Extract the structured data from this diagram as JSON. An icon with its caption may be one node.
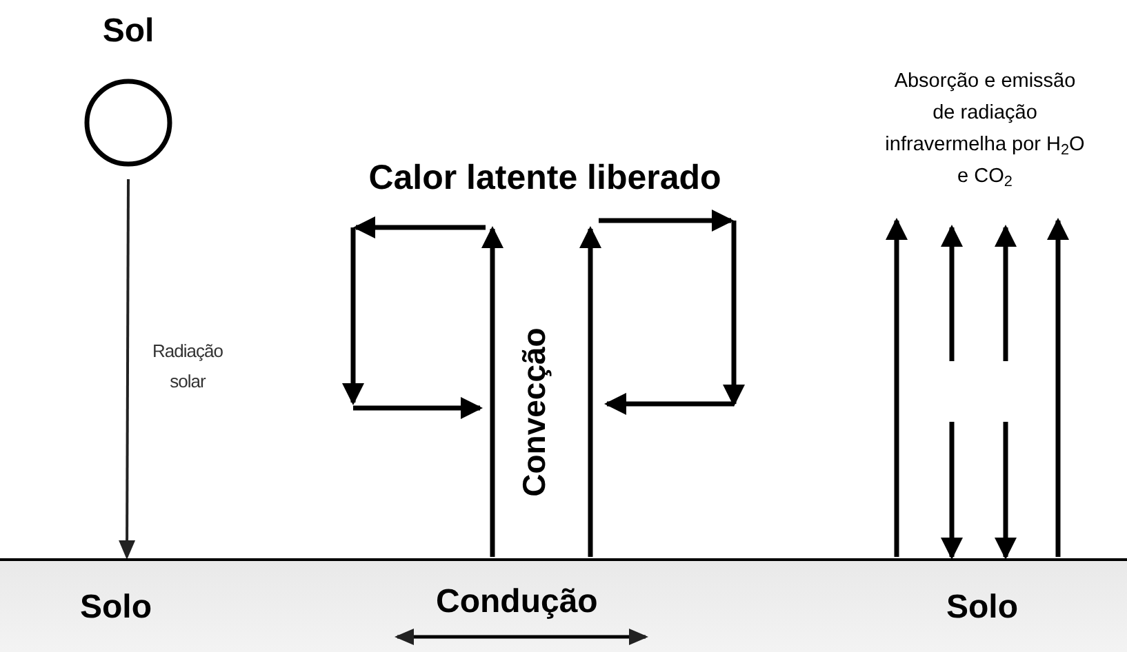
{
  "diagram": {
    "nodes": [
      {
        "text": [
          "Solo",
          "Condução",
          "Solo"
        ]
      },
      {
        "text": [
          "Sol"
        ]
      }
    ],
    "edges": [
      {
        "from": 1,
        "to": 0,
        "arrow": "to",
        "label": "Radiação solar"
      },
      {
        "from": 0,
        "to": null,
        "arrow": "to"
      },
      {
        "from": 0,
        "to": null,
        "arrow": "to"
      },
      {
        "from": 0,
        "to": null,
        "arrow": "to"
      },
      {
        "from": 0,
        "to": null,
        "arrow": "to"
      },
      {
        "from": null,
        "to": 0,
        "arrow": "to"
      },
      {
        "from": null,
        "to": 0,
        "arrow": "to"
      }
    ],
    "labels": [
      "Calor latente liberado",
      "Convecção",
      "Absorção e emissão de radiação infravermelha por H$_{2}$O e CO$_{2}$"
    ]
  }
}
